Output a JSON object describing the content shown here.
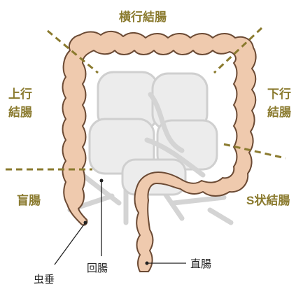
{
  "labels": {
    "transverse": "横行結腸",
    "ascending_line1": "上行",
    "ascending_line2": "結腸",
    "descending_line1": "下行",
    "descending_line2": "結腸",
    "cecum": "盲腸",
    "sigmoid": "S状結腸",
    "appendix": "虫垂",
    "ileum": "回腸",
    "rectum": "直腸"
  },
  "colors": {
    "colon_fill": "#efcaae",
    "colon_outline": "#6b4a34",
    "divider": "#8a7a2e",
    "small_intestine": "#ececec"
  }
}
